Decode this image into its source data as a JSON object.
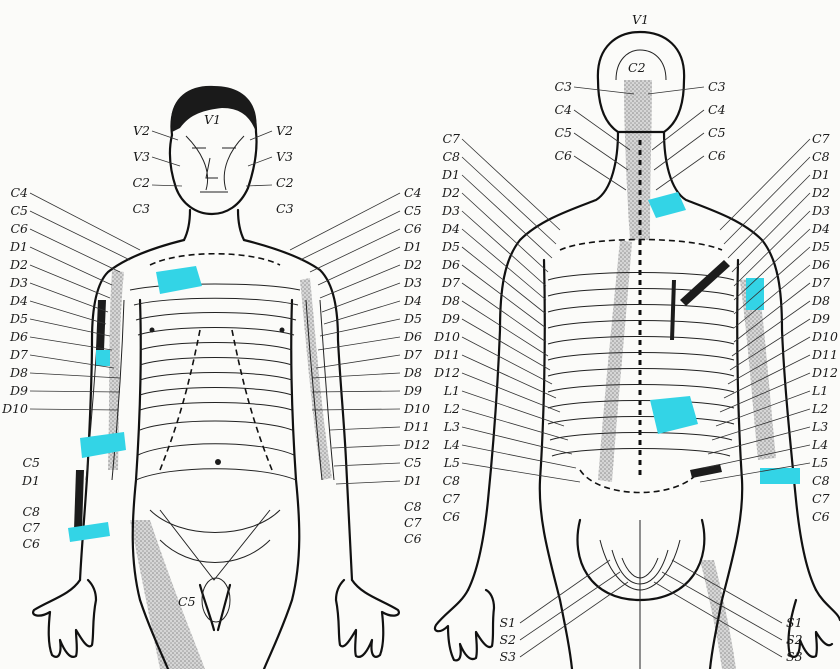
{
  "front_figure": {
    "left_labels": [
      "C4",
      "C5",
      "C6",
      "D1",
      "D2",
      "D3",
      "D4",
      "D5",
      "D6",
      "D7",
      "D8",
      "D9",
      "D10"
    ],
    "right_labels": [
      "C4",
      "C5",
      "C6",
      "D1",
      "D2",
      "D3",
      "D4",
      "D5",
      "D6",
      "D7",
      "D8",
      "D9",
      "D10",
      "D11",
      "D12",
      "C5",
      "D1"
    ],
    "face_labels": {
      "v1": "V1",
      "left": [
        "V2",
        "V3",
        "C2",
        "C3"
      ],
      "right": [
        "V2",
        "V3",
        "C2",
        "C3"
      ]
    },
    "forearm_left_labels": [
      "C5",
      "D1"
    ],
    "hand_left_labels": [
      "C8",
      "C7",
      "C6"
    ],
    "hand_right_labels": [
      "C8",
      "C7",
      "C6"
    ],
    "groin_label": "C5"
  },
  "back_figure": {
    "top_labels": {
      "v1": "V1",
      "c2": "C2"
    },
    "neck_left_labels": [
      "C3",
      "C4",
      "C5",
      "C6"
    ],
    "neck_right_labels": [
      "C3",
      "C4",
      "C5",
      "C6"
    ],
    "left_labels": [
      "C7",
      "C8",
      "D1",
      "D2",
      "D3",
      "D4",
      "D5",
      "D6",
      "D7",
      "D8",
      "D9",
      "D10",
      "D11",
      "D12",
      "L1",
      "L2",
      "L3",
      "L4",
      "L5",
      "C8",
      "C7",
      "C6"
    ],
    "right_labels": [
      "C7",
      "C8",
      "D1",
      "D2",
      "D3",
      "D4",
      "D5",
      "D6",
      "D7",
      "D8",
      "D9",
      "D10",
      "D11",
      "D12",
      "L1",
      "L2",
      "L3",
      "L4",
      "L5",
      "C8",
      "C7",
      "C6"
    ],
    "sacral_left_labels": [
      "S1",
      "S2",
      "S3"
    ],
    "sacral_right_labels": [
      "S1",
      "S2",
      "S3"
    ]
  },
  "colors": {
    "highlight": "#33d4e6",
    "shading": "#bdbdbd",
    "line": "#111111"
  }
}
